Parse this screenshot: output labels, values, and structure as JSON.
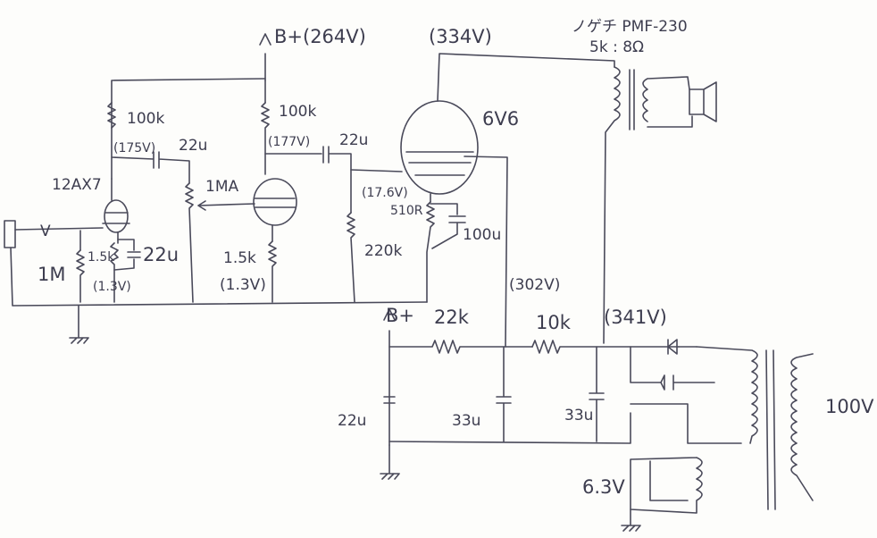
{
  "labels": {
    "bplus_top": "B+(264V)",
    "v_plate_6v6": "(334V)",
    "transformer_model": "ノゲチ PMF-230",
    "transformer_ratio": "5k : 8Ω",
    "tube_6v6": "6V6",
    "r_100k_1": "100k",
    "v_175": "(175V)",
    "c_22u_1": "22u",
    "r_100k_2": "100k",
    "v_177": "(177V)",
    "c_22u_2": "22u",
    "tube_12ax7": "12AX7",
    "pot_1ma": "1MA",
    "v_176": "(17.6V)",
    "r_510": "510R",
    "c_100u": "100u",
    "input_v": "V",
    "r_1m": "1M",
    "r_1_5k_1": "1.5k",
    "v_1_3_1": "(1.3V)",
    "c_22u_3": "22u",
    "r_1_5k_2": "1.5k",
    "v_1_3_2": "(1.3V)",
    "r_220k": "220k",
    "v_302": "(302V)",
    "bplus_psu": "B+",
    "r_22k": "22k",
    "r_10k": "10k",
    "v_341": "(341V)",
    "c_22u_psu": "22u",
    "c_33u_1": "33u",
    "c_33u_2": "33u",
    "mains_100v": "100V",
    "heater_6_3v": "6.3V"
  }
}
